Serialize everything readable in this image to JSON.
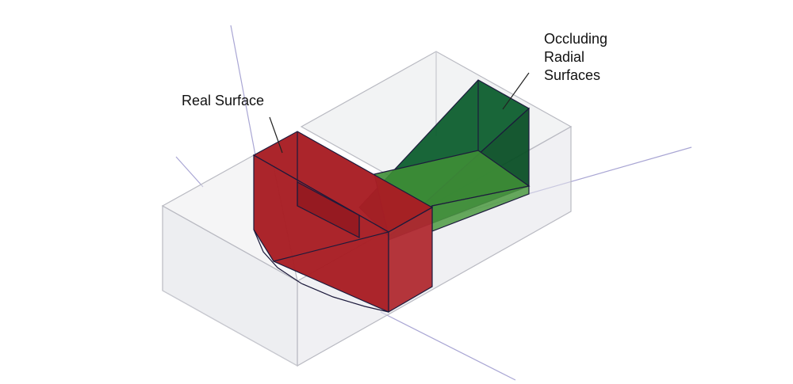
{
  "labels": {
    "real_surface": "Real Surface",
    "occluding_radial_surfaces": [
      "Occluding",
      "Radial",
      "Surfaces"
    ]
  },
  "colors": {
    "background": "#ffffff",
    "room_box_fill": "#dfe0e5",
    "room_box_edge": "#b9bac2",
    "real_surface_red": "#a81e24",
    "occluder_green": "#0d5e2e",
    "occluder_green_light": "#3e8e36",
    "ray_lines": "#a9a6d4",
    "edge_dark": "#1c1a3c",
    "leader_line": "#222222"
  }
}
